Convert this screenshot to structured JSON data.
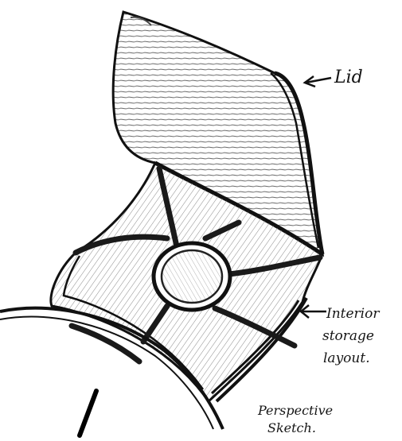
{
  "labels": {
    "lid": "Lid",
    "interior_line1": "Interior",
    "interior_line2": "storage",
    "interior_line3": "layout.",
    "perspective_line1": "Perspective",
    "perspective_line2": "Sketch."
  }
}
